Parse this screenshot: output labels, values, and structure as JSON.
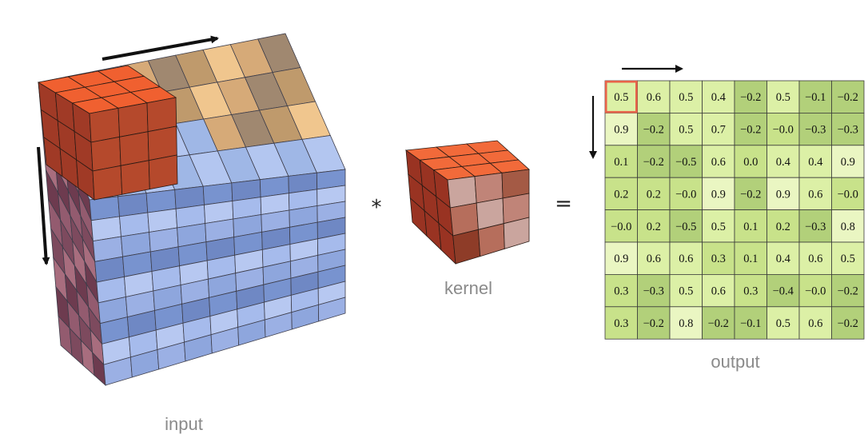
{
  "labels": {
    "input": "input",
    "kernel": "kernel",
    "output": "output",
    "convolution_operator": "*",
    "equals_operator": "="
  },
  "colors": {
    "input_front_shades": [
      "#a6bbec",
      "#8ea6dd",
      "#7893cf",
      "#b7c8f1",
      "#9bb0e4",
      "#6f88c4"
    ],
    "input_top_shades": [
      "#9fb7e6",
      "#b3c6f0"
    ],
    "input_side_shades": [
      "#7d4a5e",
      "#935b6f",
      "#6d3b4f",
      "#a86d7e"
    ],
    "window_front": "#b5492c",
    "window_top": "#f06030",
    "window_side": "#a03a26",
    "highlight_top_shades": [
      "#a08870",
      "#d6aa78",
      "#f0c68e",
      "#bf9a6c"
    ],
    "kernel_front_shades": [
      "#a45a45",
      "#b66e5c",
      "#c08478",
      "#8e3c28",
      "#caa59e"
    ],
    "kernel_top": "#f26a3a",
    "kernel_side": "#993322",
    "output_highlight": "#e8634a",
    "grid_line": "#3a3a3a",
    "output_cell_shades": {
      "very_light": "#eaf6c2",
      "light": "#dcf0a6",
      "medium": "#c8e28a",
      "dark": "#b2d07a"
    }
  },
  "output": {
    "rows": [
      [
        "0.5",
        "0.6",
        "0.5",
        "0.4",
        "−0.2",
        "0.5",
        "−0.1",
        "−0.2"
      ],
      [
        "0.9",
        "−0.2",
        "0.5",
        "0.7",
        "−0.2",
        "−0.0",
        "−0.3",
        "−0.3"
      ],
      [
        "0.1",
        "−0.2",
        "−0.5",
        "0.6",
        "0.0",
        "0.4",
        "0.4",
        "0.9"
      ],
      [
        "0.2",
        "0.2",
        "−0.0",
        "0.9",
        "−0.2",
        "0.9",
        "0.6",
        "−0.0"
      ],
      [
        "−0.0",
        "0.2",
        "−0.5",
        "0.5",
        "0.1",
        "0.2",
        "−0.3",
        "0.8"
      ],
      [
        "0.9",
        "0.6",
        "0.6",
        "0.3",
        "0.1",
        "0.4",
        "0.6",
        "0.5"
      ],
      [
        "0.3",
        "−0.3",
        "0.5",
        "0.6",
        "0.3",
        "−0.4",
        "−0.0",
        "−0.2"
      ],
      [
        "0.3",
        "−0.2",
        "0.8",
        "−0.2",
        "−0.1",
        "0.5",
        "0.6",
        "−0.2"
      ]
    ],
    "highlighted_cell": [
      0,
      0
    ]
  }
}
